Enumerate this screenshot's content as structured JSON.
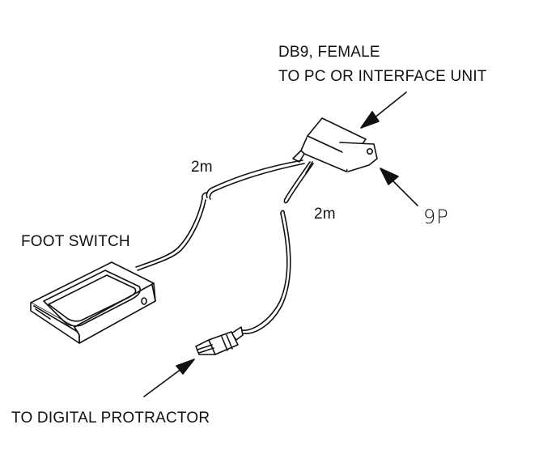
{
  "labels": {
    "connector_line1": "DB9, FEMALE",
    "connector_line2": "TO PC OR INTERFACE UNIT",
    "pin_count": "9P",
    "cable_length_switch": "2m",
    "cable_length_protractor": "2m",
    "foot_switch": "FOOT SWITCH",
    "protractor": "TO DIGITAL PROTRACTOR"
  }
}
